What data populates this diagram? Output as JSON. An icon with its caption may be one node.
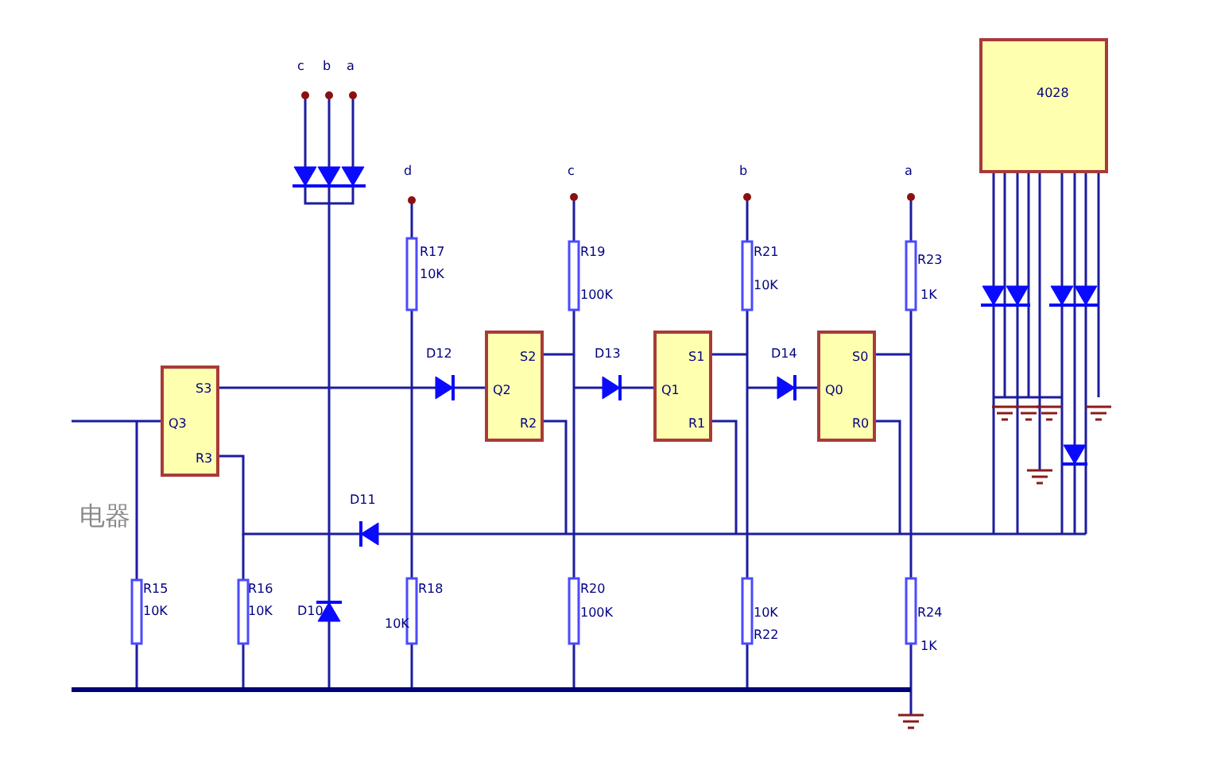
{
  "diagram": {
    "nodes": [
      {
        "text": [
          "S3",
          "Q3",
          "R3"
        ]
      },
      {
        "text": [
          "S2",
          "Q2",
          "R2"
        ]
      },
      {
        "text": [
          "S1",
          "Q1",
          "R1"
        ]
      },
      {
        "text": [
          "S0",
          "Q0",
          "R0"
        ]
      },
      {
        "text": [
          "4028"
        ]
      }
    ],
    "labels": [
      "c",
      "b",
      "a",
      "d",
      "c",
      "b",
      "a",
      "R17",
      "10K",
      "R19",
      "100K",
      "R21",
      "10K",
      "R23",
      "1K",
      "D12",
      "D13",
      "D14",
      "电器",
      "D11",
      "R15",
      "10K",
      "R16",
      "10K",
      "D10",
      "R18",
      "10K",
      "R20",
      "100K",
      "10K",
      "R22",
      "R24",
      "1K"
    ]
  }
}
